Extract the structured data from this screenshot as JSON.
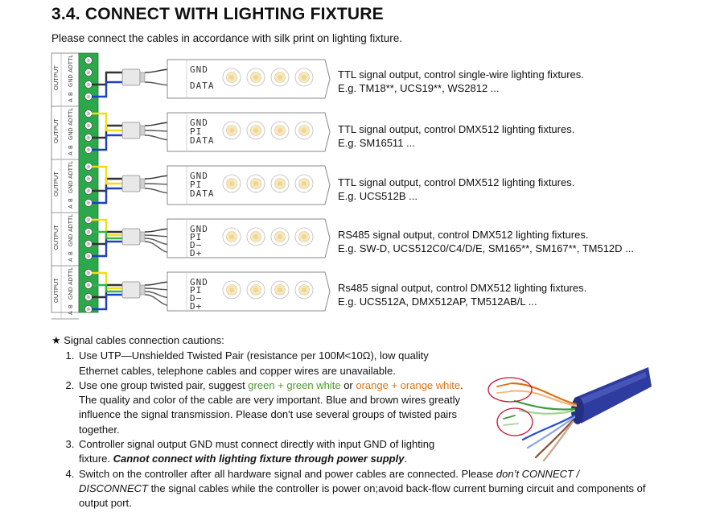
{
  "title": "3.4. CONNECT WITH LIGHTING FIXTURE",
  "intro": "Please connect the cables in accordance with silk print on lighting fixture.",
  "terminal": {
    "side_label": "OUTPUT",
    "pins": [
      "A",
      "B",
      "GND",
      "ADTTL"
    ]
  },
  "fixtures": [
    {
      "pins": [
        "GND",
        "DATA"
      ],
      "line1": "TTL signal output, control single-wire lighting fixtures.",
      "line2": "E.g. TM18**, UCS19**, WS2812 ..."
    },
    {
      "pins": [
        "GND",
        "PI",
        "DATA"
      ],
      "line1": "TTL signal output, control DMX512 lighting fixtures.",
      "line2": "E.g. SM16511 ..."
    },
    {
      "pins": [
        "GND",
        "PI",
        "DATA"
      ],
      "line1": "TTL signal output, control DMX512 lighting fixtures.",
      "line2": "E.g. UCS512B ..."
    },
    {
      "pins": [
        "GND",
        "PI",
        "D−",
        "D+"
      ],
      "line1": "RS485 signal output, control DMX512 lighting fixtures.",
      "line2": "E.g. SW-D, UCS512C0/C4/D/E, SM165**, SM167**, TM512D  ..."
    },
    {
      "pins": [
        "GND",
        "PI",
        "D−",
        "D+"
      ],
      "line1": "Rs485 signal output, control DMX512 lighting fixtures.",
      "line2": "E.g. UCS512A, DMX512AP, TM512AB/L ..."
    }
  ],
  "cautions": {
    "star_icon": "★",
    "heading": "Signal cables connection cautions:",
    "item1": "Use UTP—Unshielded Twisted Pair (resistance per 100M<10Ω), low quality Ethernet cables, telephone cables and copper wires are unavailable.",
    "item2_a": "Use one group twisted pair, suggest ",
    "item2_green": "green + green white",
    "item2_b": " or ",
    "item2_orange": "orange + orange white",
    "item2_c": ". The quality and color of the cable are very important. Blue and brown wires greatly influence the signal transmission. Please don't use several groups of twisted pairs together.",
    "item3_a": "Controller signal output GND must connect directly with input GND of lighting fixture. ",
    "item3_b": "Cannot connect with lighting fixture through power supply",
    "item3_c": ".",
    "item4_a": "Switch on the controller after all hardware signal and power cables are connected. Please ",
    "item4_b": "don’t CONNECT / DISCONNECT",
    "item4_c": " the signal cables while the controller is power on;avoid back-flow current burning circuit and components of output port."
  },
  "colors": {
    "terminal_green": "#2aa84a",
    "wire_blue": "#1f3fbf",
    "wire_black": "#333333",
    "wire_yellow": "#f1dd1a",
    "wire_green": "#37b24d",
    "wire_gray": "#9a9a9a",
    "led_glow": "#f2d488",
    "cable_blue": "#2e3b9f",
    "highlight_red": "#c8102e",
    "text_green": "#4a9a2c",
    "text_orange": "#d9731a"
  }
}
